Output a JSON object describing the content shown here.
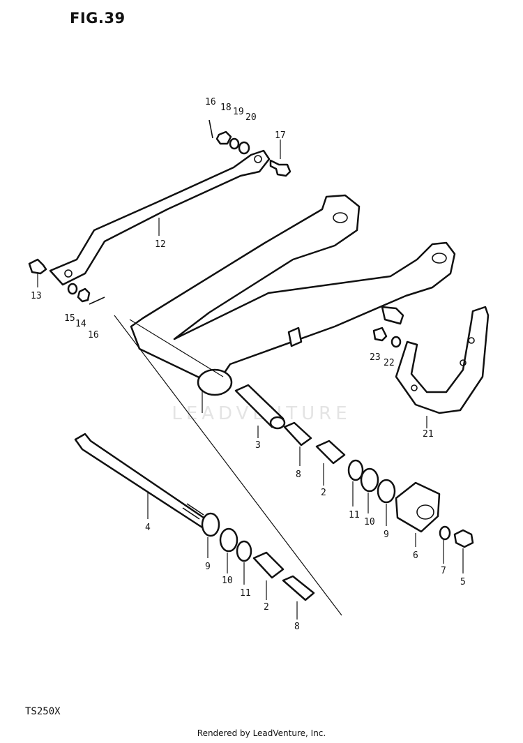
{
  "figure": {
    "title": "FIG.39",
    "model": "TS250X"
  },
  "footer": {
    "credit": "Rendered by LeadVenture, Inc."
  },
  "watermark": "LEADVENTURE",
  "callouts": [
    {
      "id": "c1",
      "text": "16"
    },
    {
      "id": "c2",
      "text": "18"
    },
    {
      "id": "c3",
      "text": "19"
    },
    {
      "id": "c4",
      "text": "20"
    },
    {
      "id": "c5",
      "text": "17"
    },
    {
      "id": "c6",
      "text": "12"
    },
    {
      "id": "c7",
      "text": "13"
    },
    {
      "id": "c8",
      "text": "15"
    },
    {
      "id": "c9",
      "text": "14"
    },
    {
      "id": "c10",
      "text": "16"
    },
    {
      "id": "c11",
      "text": "23"
    },
    {
      "id": "c12",
      "text": "22"
    },
    {
      "id": "c13",
      "text": "21"
    },
    {
      "id": "c14",
      "text": "3"
    },
    {
      "id": "c15",
      "text": "8"
    },
    {
      "id": "c16",
      "text": "2"
    },
    {
      "id": "c17",
      "text": "11"
    },
    {
      "id": "c18",
      "text": "10"
    },
    {
      "id": "c19",
      "text": "9"
    },
    {
      "id": "c20",
      "text": "6"
    },
    {
      "id": "c21",
      "text": "7"
    },
    {
      "id": "c22",
      "text": "5"
    },
    {
      "id": "c23",
      "text": "4"
    },
    {
      "id": "c24",
      "text": "9"
    },
    {
      "id": "c25",
      "text": "10"
    },
    {
      "id": "c26",
      "text": "11"
    },
    {
      "id": "c27",
      "text": "2"
    },
    {
      "id": "c28",
      "text": "8"
    }
  ]
}
